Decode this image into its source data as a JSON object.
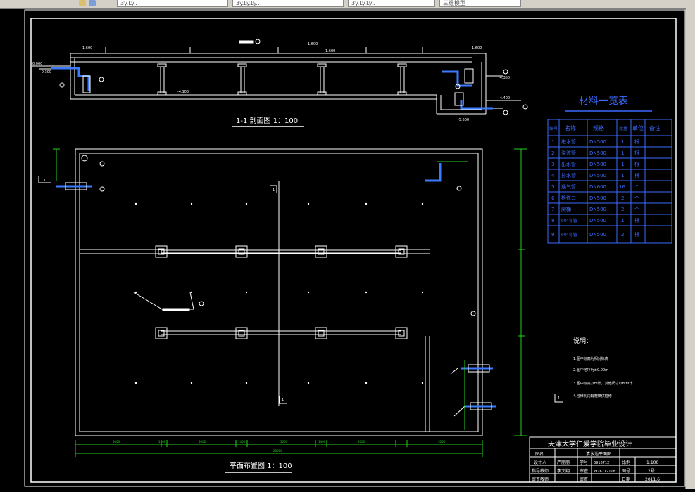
{
  "toolbar": {
    "tabs": [
      "3y.Ly..",
      "3y.Ly.Ly..",
      "3y.Ly.Ly..",
      "三维模型"
    ]
  },
  "section": {
    "title": "1-1 剖面图 1：100",
    "elevations": [
      "1.600",
      "1.600",
      "1.600",
      "1.600",
      "0.000",
      "-0.300",
      "-4.100",
      "-4.350",
      "-4.400",
      "-5.500"
    ]
  },
  "plan": {
    "title": "平面布置图 1：100",
    "section_marks": [
      "1",
      "1",
      "1",
      "1"
    ],
    "dimensions": [
      "5000",
      "1400",
      "5000",
      "1400",
      "5000",
      "1400",
      "5000",
      "5000",
      "28000"
    ]
  },
  "materials": {
    "title": "材料一览表",
    "headers": [
      "编号",
      "名称",
      "规格",
      "数量",
      "单位",
      "备注"
    ],
    "rows": [
      [
        "1",
        "进水管",
        "DN500",
        "1",
        "根",
        ""
      ],
      [
        "2",
        "溢流管",
        "DN500",
        "1",
        "根",
        ""
      ],
      [
        "3",
        "出水管",
        "DN500",
        "1",
        "根",
        ""
      ],
      [
        "4",
        "排水管",
        "DN500",
        "1",
        "根",
        ""
      ],
      [
        "5",
        "通气管",
        "DN600",
        "16",
        "个",
        ""
      ],
      [
        "6",
        "检修口",
        "DN500",
        "2",
        "个",
        ""
      ],
      [
        "7",
        "爬梯",
        "DN500",
        "2",
        "个",
        ""
      ],
      [
        "8",
        "90°弯管",
        "DN500",
        "1",
        "根",
        ""
      ],
      [
        "9",
        "90°弯管",
        "DN500",
        "2",
        "根",
        ""
      ]
    ]
  },
  "notes": {
    "title": "说明：",
    "items": [
      "1.图中标高为相对标高",
      "2.图中地坪为±0.00m",
      "3.图中标高以m计，其他尺寸以mm计",
      "4.检修孔内有爬梯供检修"
    ]
  },
  "titleblock": {
    "school": "天津大学仁爱学院毕业设计",
    "drawing_name": "清水池平面图",
    "labels": [
      "图名",
      "设计人",
      "指导教师",
      "审查教师"
    ],
    "values": [
      "",
      "严丽丽",
      "李文翔",
      ""
    ],
    "labels2": [
      "",
      "学号",
      "审查",
      "审查"
    ],
    "values2": [
      "",
      "3916712",
      "3916712108",
      ""
    ],
    "labels3": [
      "",
      "比例",
      "图号",
      "日期"
    ],
    "values3": [
      "",
      "1:100",
      "2号",
      "2011.6"
    ]
  }
}
